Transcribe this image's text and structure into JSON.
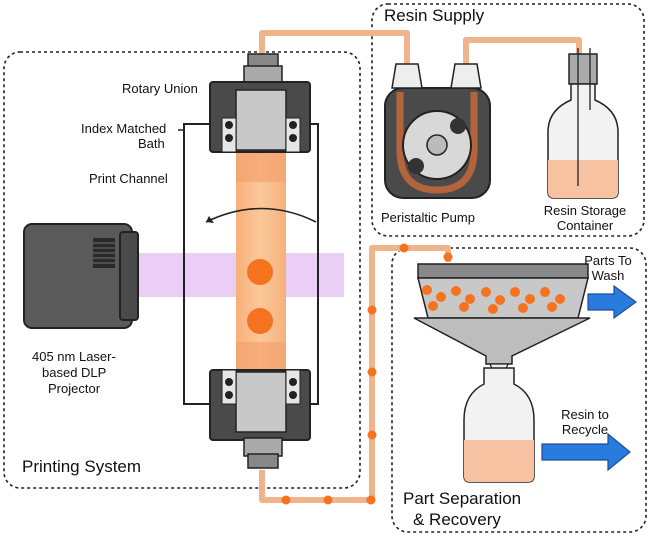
{
  "sections": {
    "printing_system": "Printing System",
    "resin_supply": "Resin Supply",
    "part_separation_line1": "Part Separation",
    "part_separation_line2": "& Recovery"
  },
  "labels": {
    "rotary_union": "Rotary Union",
    "index_bath_line1": "Index Matched",
    "index_bath_line2": "Bath",
    "print_channel": "Print Channel",
    "projector_line1": "405 nm Laser-",
    "projector_line2": "based DLP",
    "projector_line3": "Projector",
    "peristaltic_pump": "Peristaltic Pump",
    "resin_storage_line1": "Resin Storage",
    "resin_storage_line2": "Container",
    "parts_to_wash_line1": "Parts To",
    "parts_to_wash_line2": "Wash",
    "resin_recycle_line1": "Resin to",
    "resin_recycle_line2": "Recycle"
  },
  "colors": {
    "resin_orange": "#f4a36f",
    "tube_orange": "#f0b48c",
    "part_orange": "#f5731e",
    "light_purple": "#e6c6f3",
    "arrow_blue": "#2a7be0",
    "dark_gray": "#4a4a4a"
  },
  "icons": [
    "projector-icon",
    "rotary-union-icon",
    "print-channel-icon",
    "peristaltic-pump-icon",
    "resin-bottle-icon",
    "sieve-icon",
    "funnel-icon",
    "recycle-bottle-icon",
    "arrow-right-icon"
  ]
}
